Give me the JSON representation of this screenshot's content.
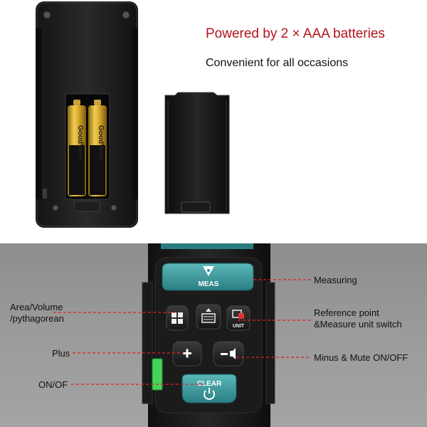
{
  "top": {
    "headline": "Powered by 2 × AAA batteries",
    "subline": "Convenient for all occasions",
    "battery_brand": "GoodVenn"
  },
  "device": {
    "buttons": {
      "meas": "MEAS",
      "unit": "UNIT",
      "clear": "CLEAR"
    }
  },
  "labels": {
    "measuring": "Measuring",
    "area_line1": "Area/Volume",
    "area_line2": "/pythagorean",
    "reference_line1": "Reference point",
    "reference_line2": "&Measure unit switch",
    "plus": "Plus",
    "minus": "Minus & Mute ON/OFF",
    "onoff": "ON/OF"
  },
  "colors": {
    "headline": "#b3141b",
    "leader_line": "#e02020",
    "teal_button": "#2d8a8e",
    "teal_highlight": "#55b3b5"
  }
}
